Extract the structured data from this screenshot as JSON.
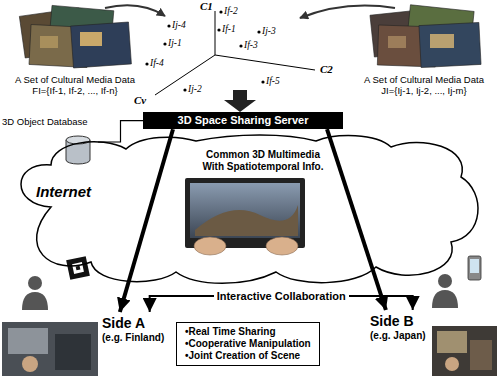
{
  "diagram": {
    "nodes": [
      {
        "text": [
          "A Set of Cultural Media Data",
          "FI={If-1, If-2, ..., If-n}"
        ]
      },
      {
        "text": [
          "A Set of Cultural Media Data",
          "JI={Ij-1, Ij-2, ..., Ij-m}"
        ]
      },
      {
        "text": [
          "3D Space Sharing Server"
        ]
      },
      {
        "text": [
          "3D Object Database"
        ]
      },
      {
        "text": [
          "Internet",
          "Common 3D Multimedia With Spatiotemporal Info."
        ]
      },
      {
        "text": [
          "Side A",
          "(e.g. Finland)"
        ]
      },
      {
        "text": [
          "Side B",
          "(e.g. Japan)"
        ]
      },
      {
        "text": [
          "•Real Time Sharing",
          "•Cooperative Manipulation",
          "•Joint Creation of Scene"
        ]
      }
    ],
    "edges": [
      {
        "from": 3,
        "to": 2,
        "arrow": "none"
      },
      {
        "from": 2,
        "to": 5,
        "arrow": "to"
      },
      {
        "from": 2,
        "to": 6,
        "arrow": "to"
      },
      {
        "from": 5,
        "to": 6,
        "arrow": "both",
        "label": "Interactive Collaboration"
      }
    ],
    "labels": [
      "C1",
      "C2",
      "Cv",
      "If-2",
      "Ij-4",
      "If-1",
      "Ij-3",
      "If-3",
      "Ij-1",
      "If-4",
      "If-5",
      "Ij-2"
    ]
  }
}
